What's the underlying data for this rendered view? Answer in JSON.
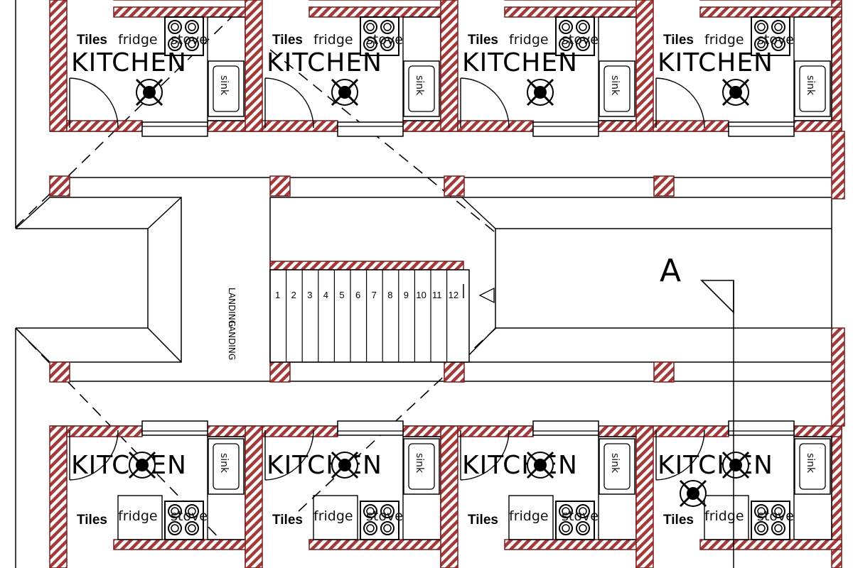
{
  "labels": {
    "kitchen": "KITCHEN",
    "tiles": "Tiles",
    "fridge": "fridge",
    "stove": "stove",
    "sink": "sink",
    "landing": "LANDING",
    "section_marker": "A"
  },
  "stair_steps": [
    "1",
    "2",
    "3",
    "4",
    "5",
    "6",
    "7",
    "8",
    "9",
    "10",
    "11",
    "12"
  ],
  "colors": {
    "wall_hatch": "#a33a3a",
    "wall_fill": "#ffffff",
    "line": "#000000"
  },
  "icons": {
    "light_fixture": "crossed-circle-icon",
    "direction": "triangle-arrow-icon"
  }
}
